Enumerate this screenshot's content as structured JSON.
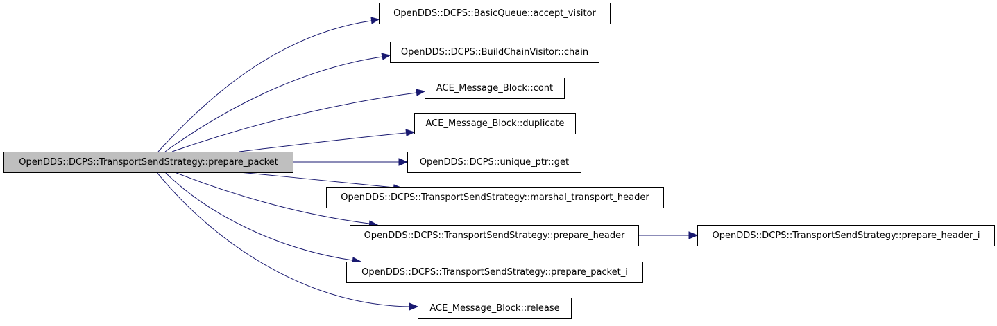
{
  "graph": {
    "root": "OpenDDS::DCPS::TransportSendStrategy::prepare_packet",
    "nodes": [
      "OpenDDS::DCPS::BasicQueue::accept_visitor",
      "OpenDDS::DCPS::BuildChainVisitor::chain",
      "ACE_Message_Block::cont",
      "ACE_Message_Block::duplicate",
      "OpenDDS::DCPS::unique_ptr::get",
      "OpenDDS::DCPS::TransportSendStrategy::marshal_transport_header",
      "OpenDDS::DCPS::TransportSendStrategy::prepare_header",
      "OpenDDS::DCPS::TransportSendStrategy::prepare_header_i",
      "OpenDDS::DCPS::TransportSendStrategy::prepare_packet_i",
      "ACE_Message_Block::release"
    ],
    "edge_color": "#191970",
    "root_fill": "#bfbfbf"
  }
}
